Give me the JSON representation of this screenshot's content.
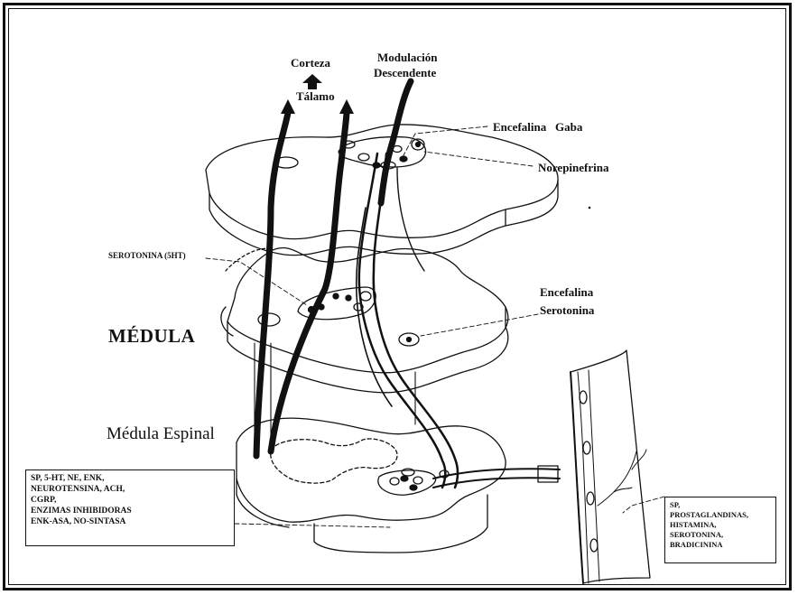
{
  "labels": {
    "corteza": "Corteza",
    "talamo": "Tálamo",
    "modulacion": [
      "Modulación",
      "Descendente"
    ],
    "encefalina_gaba": "Encefalina   Gaba",
    "norepinefrina": "Norepinefrina",
    "serotonina_5ht": "SEROTONINA (5HT)",
    "encefalina_serotonina": [
      "Encefalina",
      "Serotonina"
    ],
    "medula": "MÉDULA",
    "medula_espinal": "Médula Espinal"
  },
  "left_box": {
    "lines": [
      "SP, 5-HT, NE, ENK,",
      "NEUROTENSINA, ACH,",
      "CGRP,",
      "ENZIMAS INHIBIDORAS",
      "ENK-ASA, NO-SINTASA"
    ]
  },
  "right_box": {
    "lines": [
      "SP,",
      "PROSTAGLANDINAS,",
      "HISTAMINA,",
      "SEROTONINA,",
      "BRADICININA"
    ]
  },
  "icons": {
    "up_arrow": "up-arrow-icon"
  },
  "colors": {
    "ink": "#111111",
    "paper": "#ffffff"
  }
}
